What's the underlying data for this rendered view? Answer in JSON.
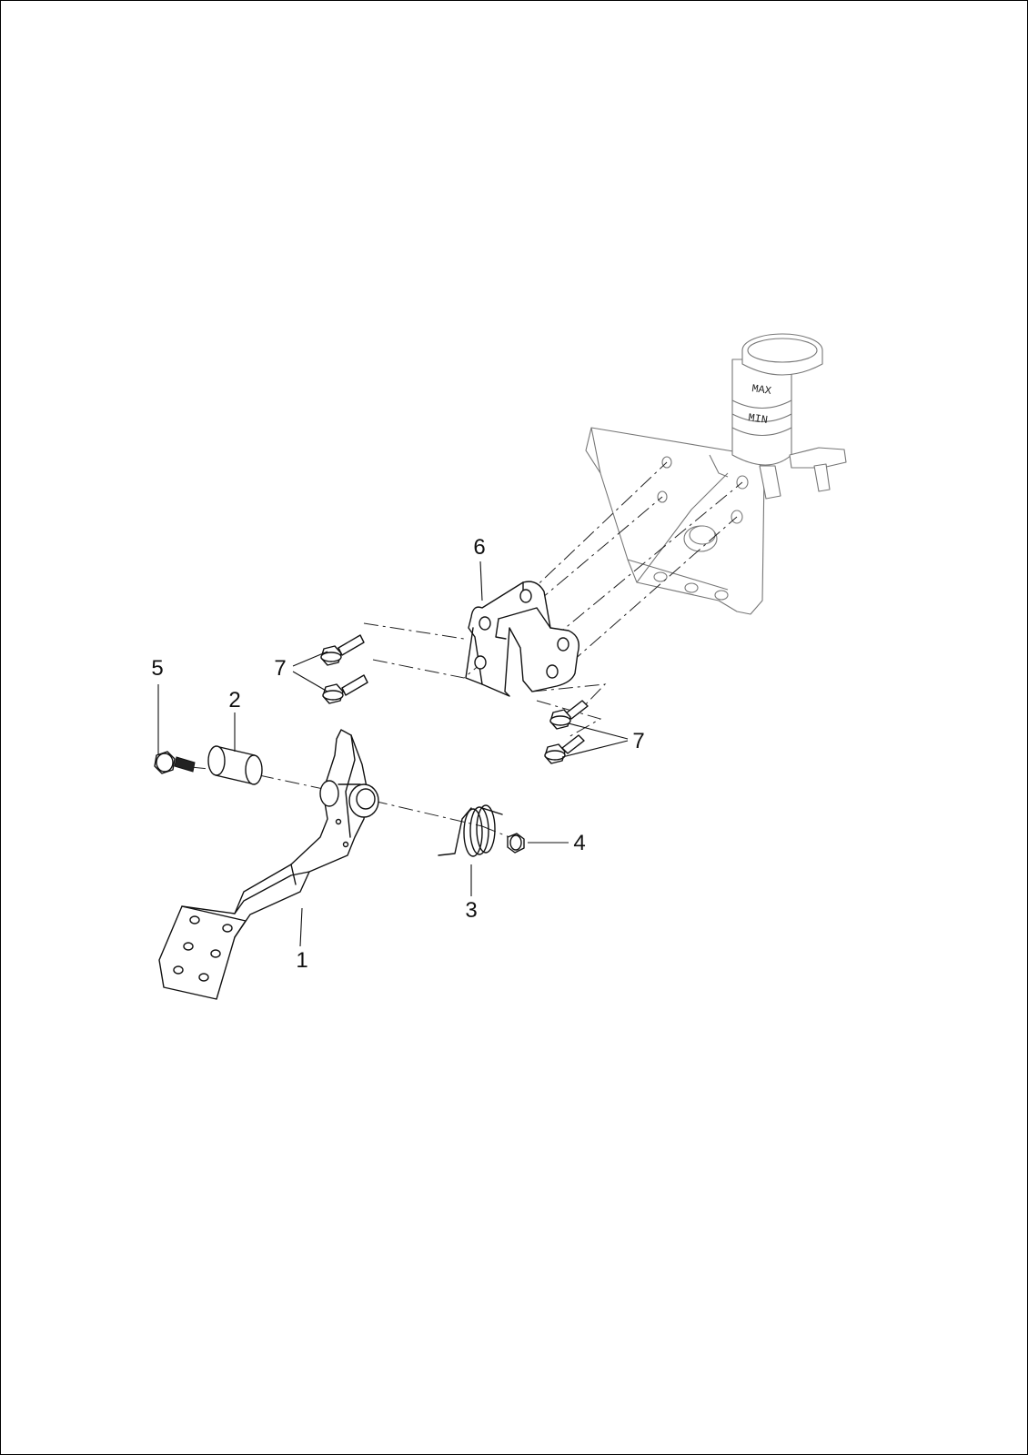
{
  "diagram": {
    "callouts": [
      {
        "id": "1",
        "label": "1"
      },
      {
        "id": "2",
        "label": "2"
      },
      {
        "id": "3",
        "label": "3"
      },
      {
        "id": "4",
        "label": "4"
      },
      {
        "id": "5",
        "label": "5"
      },
      {
        "id": "6",
        "label": "6"
      },
      {
        "id": "7a",
        "label": "7"
      },
      {
        "id": "7b",
        "label": "7"
      }
    ],
    "reservoir_marks": {
      "max": "MAX",
      "min": "MIN"
    }
  }
}
